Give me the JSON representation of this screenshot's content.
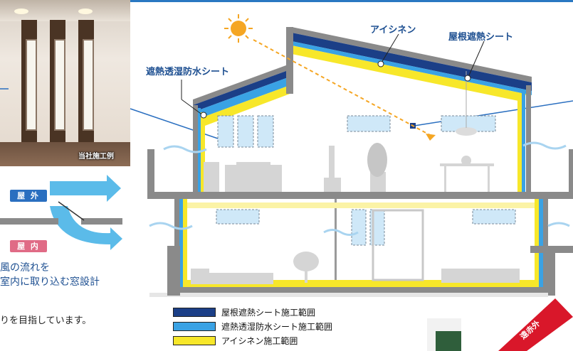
{
  "photo": {
    "caption": "当社施工例"
  },
  "labels": {
    "aishinen": "アイシネン",
    "roof_sheet": "屋根遮熱シート",
    "waterproof_sheet": "遮熱透湿防水シート"
  },
  "wind": {
    "outside": "屋 外",
    "inside": "屋 内",
    "line1": "風の流れを",
    "line2": "室内に取り込む窓設計"
  },
  "body_text": "りを目指しています。",
  "legend": [
    {
      "label": "屋根遮熱シート施工範囲",
      "color": "#1b3f87"
    },
    {
      "label": "遮熱透湿防水シート施工範囲",
      "color": "#3aa2e4"
    },
    {
      "label": "アイシネン施工範囲",
      "color": "#f7e72a"
    }
  ],
  "colors": {
    "navy": "#1b3f87",
    "sky": "#3aa2e4",
    "yellow": "#f7e72a",
    "wall": "#8a8a8a",
    "outside_tag": "#2a6fc0",
    "inside_tag": "#e06b86",
    "sun": "#f5a623"
  },
  "badge": {
    "text": "遠赤外"
  }
}
